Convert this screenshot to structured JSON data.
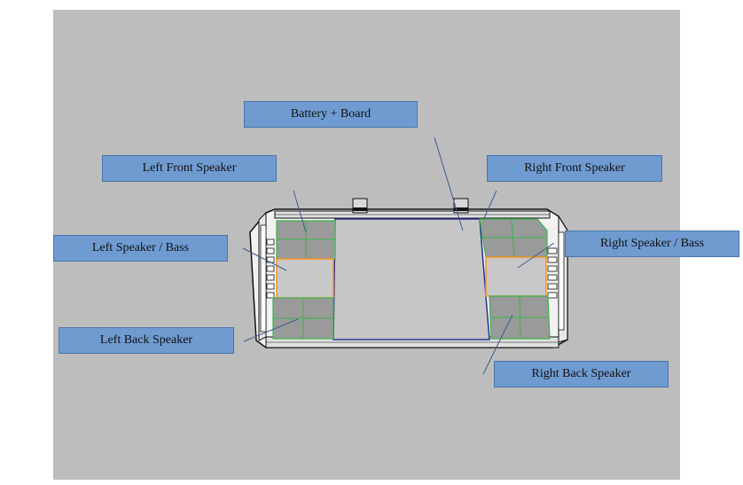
{
  "labels": {
    "battery_board": "Battery + Board",
    "left_front": "Left Front Speaker",
    "right_front": "Right Front Speaker",
    "left_bass": "Left Speaker / Bass",
    "right_bass": "Right Speaker / Bass",
    "left_back": "Left Back Speaker",
    "right_back": "Right Back Speaker"
  },
  "colors": {
    "background": "#bdbdbd",
    "label_fill": "#6f9bd1",
    "speaker_grid": "#39b54a",
    "bass_outline": "#f7941d",
    "board_outline": "#2e3192"
  }
}
